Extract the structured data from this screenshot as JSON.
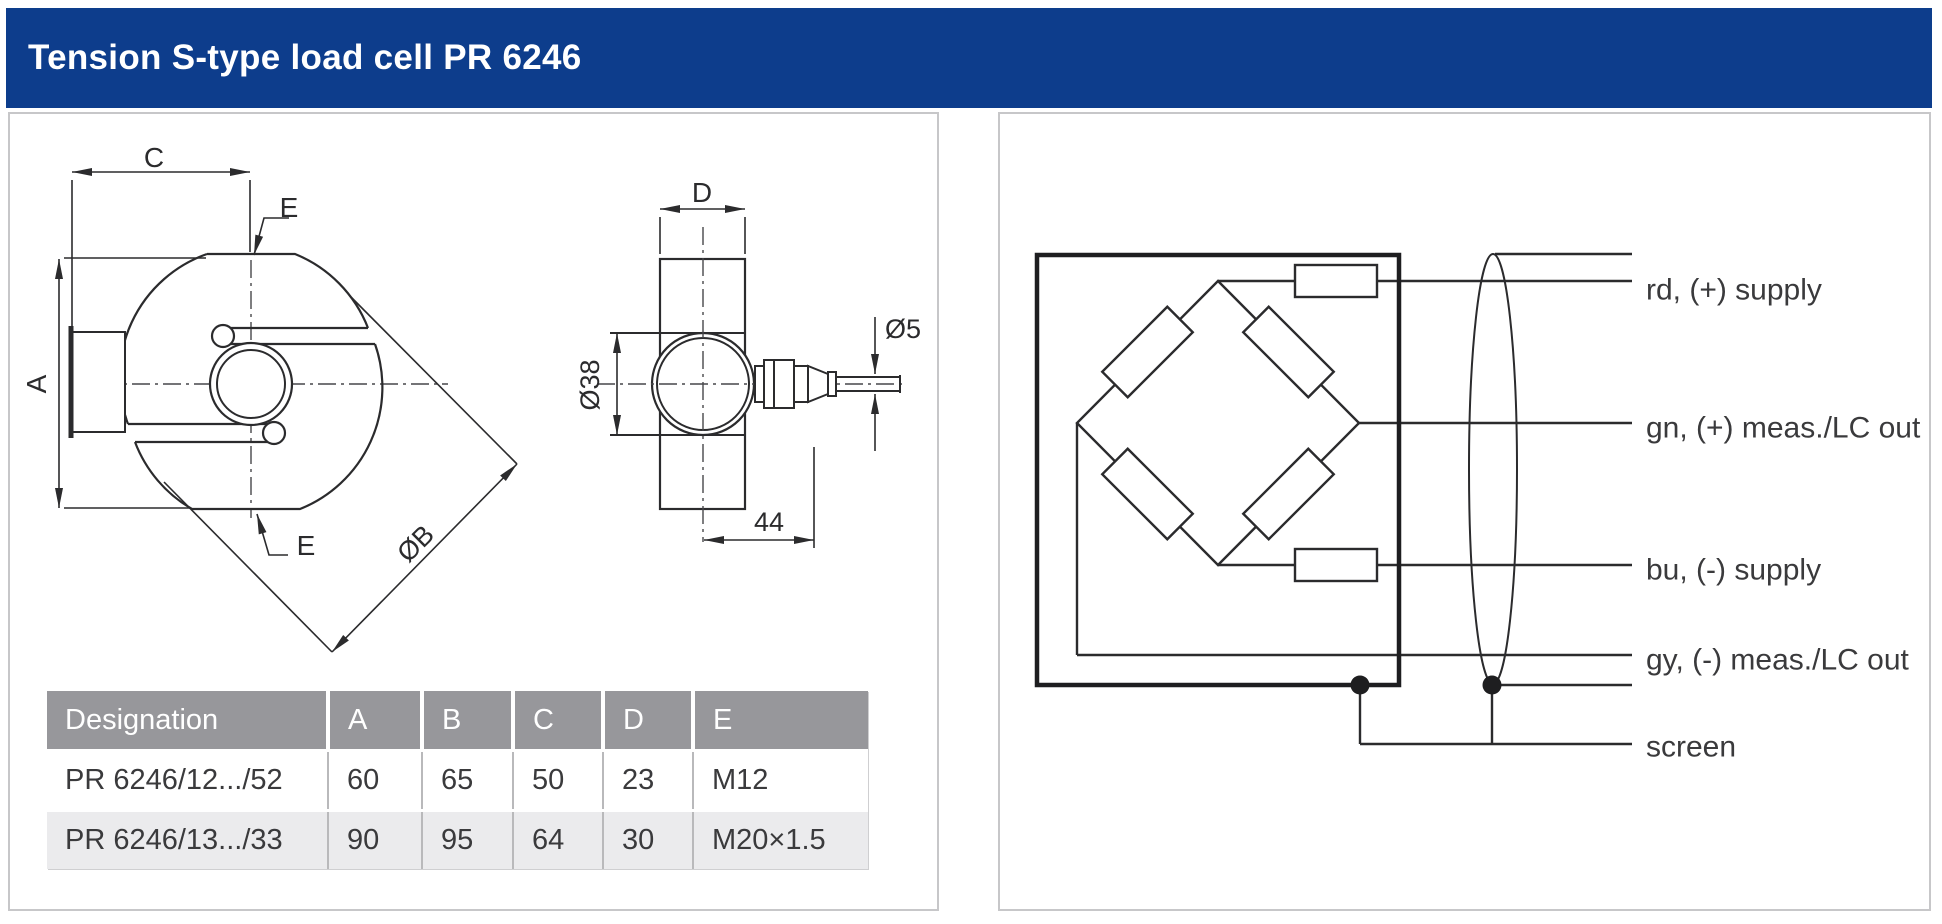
{
  "header": {
    "title": "Tension S-type load cell PR 6246"
  },
  "colors": {
    "accent_blue": "#0d3d8c",
    "table_header_gray": "#97979b",
    "table_alt_row_gray": "#ebebed",
    "drawing_line": "#2b2b2d",
    "body_text": "#3a3a3c"
  },
  "front_view": {
    "dim_width": "C",
    "dim_height": "A",
    "dim_diagonal": "ØB",
    "thread_top": "E",
    "thread_bottom": "E"
  },
  "side_view": {
    "dim_depth": "D",
    "dim_body_diameter": "Ø38",
    "dim_cable_diameter": "Ø5",
    "dim_cable_length": "44"
  },
  "table": {
    "columns": [
      "Designation",
      "A",
      "B",
      "C",
      "D",
      "E"
    ],
    "rows": [
      [
        "PR 6246/12.../52",
        "60",
        "65",
        "50",
        "23",
        "M12"
      ],
      [
        "PR 6246/13.../33",
        "90",
        "95",
        "64",
        "30",
        "M20×1.5"
      ]
    ]
  },
  "wiring": {
    "supply_pos": "rd, (+) supply",
    "meas_pos": "gn, (+) meas./LC out",
    "supply_neg": "bu, (-) supply",
    "meas_neg": "gy, (-) meas./LC out",
    "screen": "screen"
  }
}
